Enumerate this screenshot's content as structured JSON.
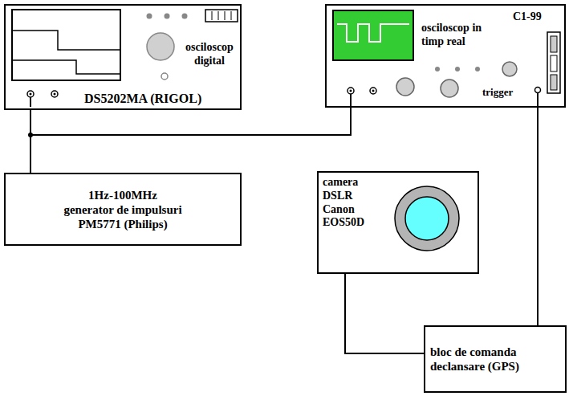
{
  "diagram": {
    "nodes": [
      {
        "text": [
          "osciloscop digital",
          "DS5202MA (RIGOL)"
        ]
      },
      {
        "text": [
          "osciloscop in timp real",
          "C1-99",
          "trigger"
        ]
      },
      {
        "text": [
          "1Hz-100MHz",
          "generator de impulsuri",
          "PM5771 (Philips)"
        ]
      },
      {
        "text": [
          "camera DSLR Canon EOS50D"
        ]
      },
      {
        "text": [
          "bloc de comanda declansare (GPS)"
        ]
      }
    ],
    "edges": [
      {
        "from": 2,
        "to": 0,
        "arrow": "none"
      },
      {
        "from": 2,
        "to": 1,
        "arrow": "none"
      },
      {
        "from": 3,
        "to": 4,
        "arrow": "none"
      },
      {
        "from": 4,
        "to": 1,
        "arrow": "none"
      }
    ]
  }
}
